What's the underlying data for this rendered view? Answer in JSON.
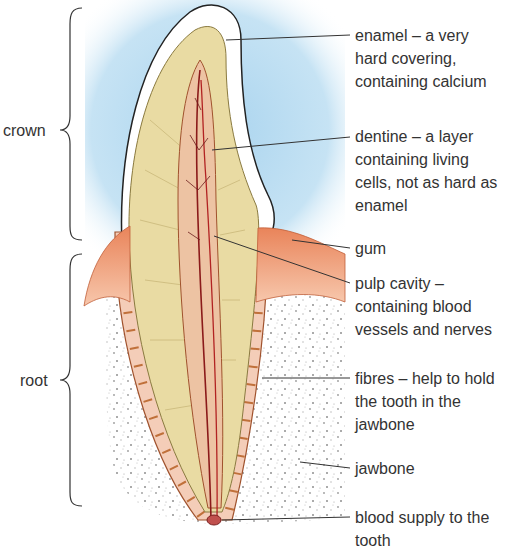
{
  "diagram": {
    "labels": [
      "crown",
      "enamel – a very hard covering, containing calcium",
      "dentine – a layer containing living cells, not as hard as enamel",
      "gum",
      "pulp cavity – containing blood vessels and nerves",
      "root",
      "fibres – help to hold the tooth in the jawbone",
      "jawbone",
      "blood supply to the tooth"
    ]
  }
}
